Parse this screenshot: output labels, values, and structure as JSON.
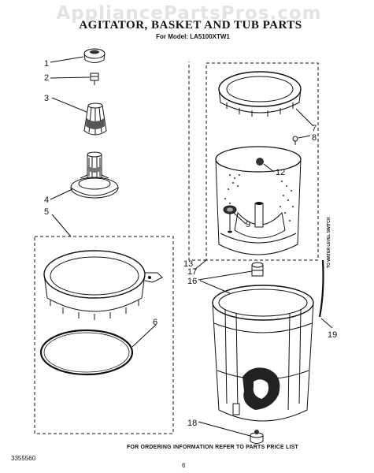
{
  "watermark": "AppliancePartsPros.com",
  "title": "AGITATOR, BASKET AND TUB PARTS",
  "subtitle": "For Model: LA5100XTW1",
  "footer": "FOR ORDERING INFORMATION REFER TO PARTS PRICE LIST",
  "document_number": "3355560",
  "page_number": "6",
  "side_label": "TO WATER LEVEL SWITCH",
  "callouts": [
    "1",
    "2",
    "3",
    "4",
    "5",
    "6",
    "7",
    "8",
    "9",
    "12",
    "13",
    "16",
    "17",
    "18",
    "19"
  ]
}
